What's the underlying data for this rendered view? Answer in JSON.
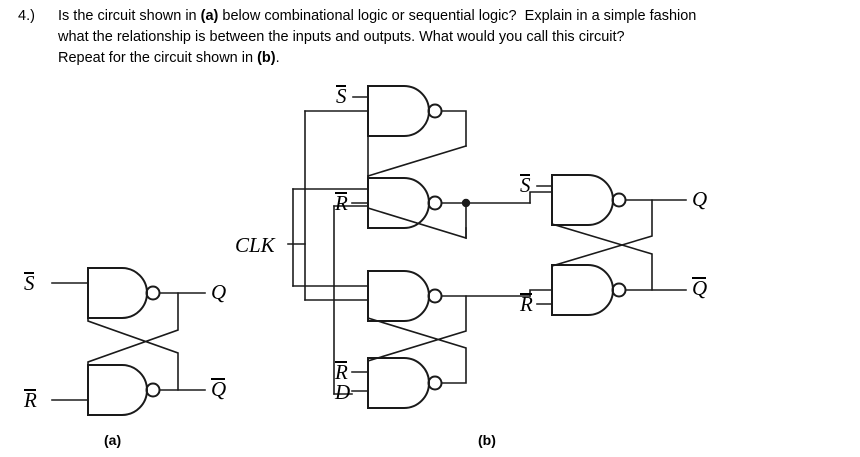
{
  "question": {
    "number": "4.)",
    "lines": [
      {
        "parts": [
          {
            "text": "Is the circuit shown in ",
            "bold": false
          },
          {
            "text": "(a)",
            "bold": true
          },
          {
            "text": " below combinational logic or sequential logic?  Explain in a simple fashion",
            "bold": false
          }
        ]
      },
      {
        "parts": [
          {
            "text": "what the relationship is between the inputs and outputs. What would you call this circuit?",
            "bold": false
          }
        ]
      },
      {
        "parts": [
          {
            "text": "Repeat for the circuit shown in ",
            "bold": false
          },
          {
            "text": "(b)",
            "bold": true
          },
          {
            "text": ".",
            "bold": false
          }
        ]
      }
    ]
  },
  "figures": {
    "a": {
      "caption": "(a)",
      "title": "sr-latch-nand",
      "inputs": [
        {
          "name": "s-bar-input",
          "label": "S",
          "overline": true
        },
        {
          "name": "r-bar-input",
          "label": "R",
          "overline": true
        }
      ],
      "outputs": [
        {
          "name": "q-output",
          "label": "Q",
          "overline": false
        },
        {
          "name": "q-bar-output",
          "label": "Q",
          "overline": true
        }
      ],
      "gates": [
        {
          "name": "nand-gate-top",
          "type": "NAND",
          "inputs": 2
        },
        {
          "name": "nand-gate-bottom",
          "type": "NAND",
          "inputs": 2
        }
      ]
    },
    "b": {
      "caption": "(b)",
      "title": "master-slave-flip-flop",
      "inputs": [
        {
          "name": "s-bar-input-top",
          "label": "S",
          "overline": true
        },
        {
          "name": "r-bar-input-mid",
          "label": "R",
          "overline": true
        },
        {
          "name": "clk-input",
          "label": "CLK",
          "overline": false
        },
        {
          "name": "r-bar-input-bottom",
          "label": "R",
          "overline": true
        },
        {
          "name": "d-input",
          "label": "D",
          "overline": false
        },
        {
          "name": "s-bar-input-right",
          "label": "S",
          "overline": true
        },
        {
          "name": "r-bar-input-right",
          "label": "R",
          "overline": true
        }
      ],
      "outputs": [
        {
          "name": "q-output",
          "label": "Q",
          "overline": false
        },
        {
          "name": "q-bar-output",
          "label": "Q",
          "overline": true
        }
      ],
      "gates": [
        {
          "name": "nand-gate-b1",
          "type": "NAND",
          "inputs": 3
        },
        {
          "name": "nand-gate-b2",
          "type": "NAND",
          "inputs": 3
        },
        {
          "name": "nand-gate-b3",
          "type": "NAND",
          "inputs": 3
        },
        {
          "name": "nand-gate-b4",
          "type": "NAND",
          "inputs": 3
        },
        {
          "name": "nand-gate-b5",
          "type": "NAND",
          "inputs": 3
        },
        {
          "name": "nand-gate-b6",
          "type": "NAND",
          "inputs": 3
        }
      ]
    }
  },
  "style": {
    "wire_color": "#1a1a1a",
    "text_color": "#000000",
    "background": "#ffffff"
  }
}
